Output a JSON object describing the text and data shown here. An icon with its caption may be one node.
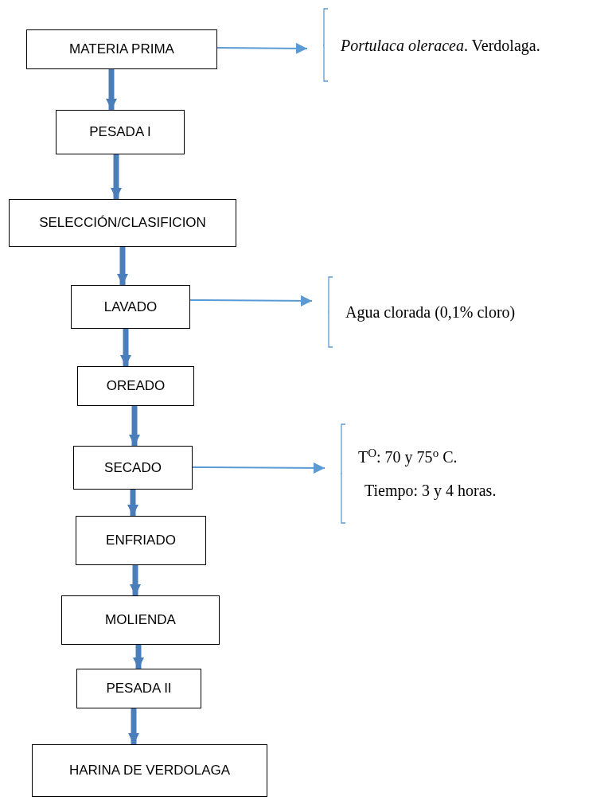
{
  "diagram": {
    "nodes": [
      {
        "text": [
          "MATERIA PRIMA"
        ]
      },
      {
        "text": [
          "PESADA I"
        ]
      },
      {
        "text": [
          "SELECCIÓN/CLASIFICION"
        ]
      },
      {
        "text": [
          "LAVADO"
        ]
      },
      {
        "text": [
          "OREADO"
        ]
      },
      {
        "text": [
          "SECADO"
        ]
      },
      {
        "text": [
          "ENFRIADO"
        ]
      },
      {
        "text": [
          "MOLIENDA"
        ]
      },
      {
        "text": [
          "PESADA II"
        ]
      },
      {
        "text": [
          "HARINA DE VERDOLAGA"
        ]
      },
      {
        "text": [
          "*Portulaca oleracea*. Verdolaga."
        ]
      },
      {
        "text": [
          "Agua clorada (0,1% cloro)"
        ]
      },
      {
        "text": [
          "T$^{O}$: 70 y 75$^{o}$ C.",
          "Tiempo: 3 y 4 horas."
        ]
      }
    ],
    "edges": [
      {
        "from": 0,
        "to": 1,
        "arrow": "to"
      },
      {
        "from": 1,
        "to": 2,
        "arrow": "to"
      },
      {
        "from": 2,
        "to": 3,
        "arrow": "to"
      },
      {
        "from": 3,
        "to": 4,
        "arrow": "to"
      },
      {
        "from": 4,
        "to": 5,
        "arrow": "to"
      },
      {
        "from": 5,
        "to": 6,
        "arrow": "to"
      },
      {
        "from": 6,
        "to": 7,
        "arrow": "to"
      },
      {
        "from": 7,
        "to": 8,
        "arrow": "to"
      },
      {
        "from": 8,
        "to": 9,
        "arrow": "to"
      },
      {
        "from": 0,
        "to": 10,
        "arrow": "to",
        "color": "#5b9bd5"
      },
      {
        "from": 3,
        "to": 11,
        "arrow": "to",
        "color": "#5b9bd5"
      },
      {
        "from": 5,
        "to": 12,
        "arrow": "to",
        "color": "#5b9bd5"
      }
    ]
  }
}
